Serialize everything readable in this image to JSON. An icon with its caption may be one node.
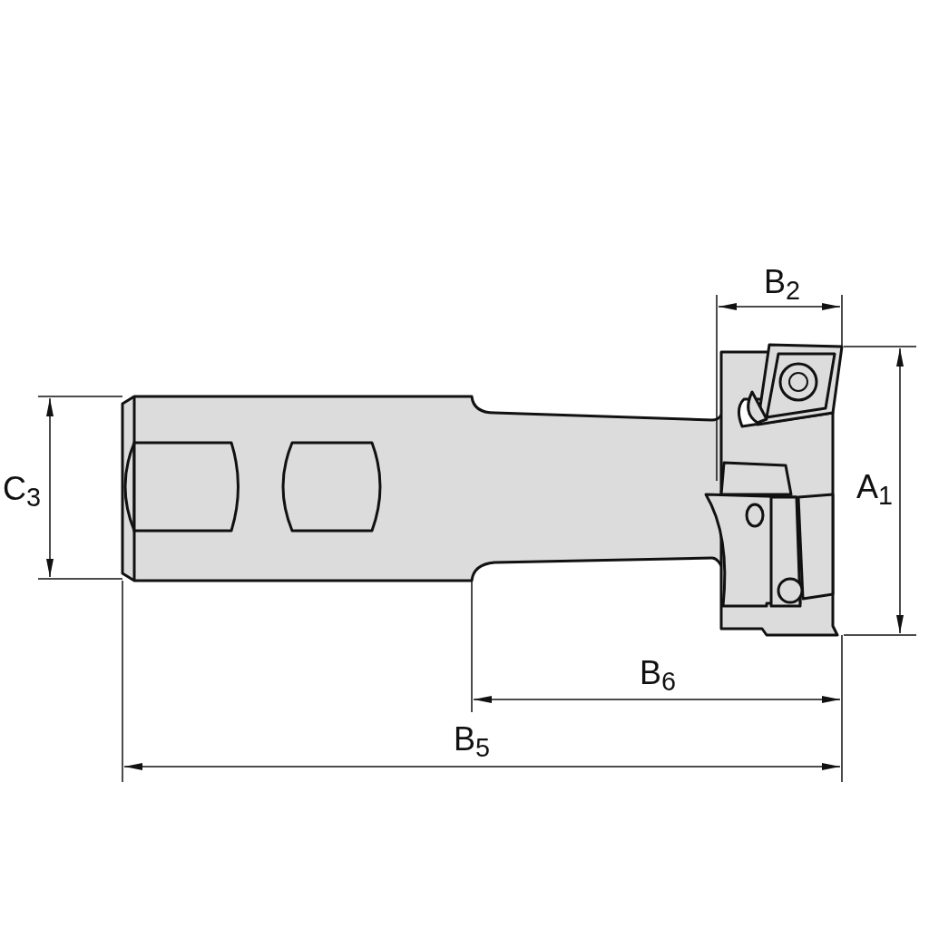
{
  "diagram": {
    "labels": [
      "B$_{2}$",
      "C$_{3}$",
      "A$_{1}$",
      "B$_{6}$",
      "B$_{5}$"
    ]
  }
}
